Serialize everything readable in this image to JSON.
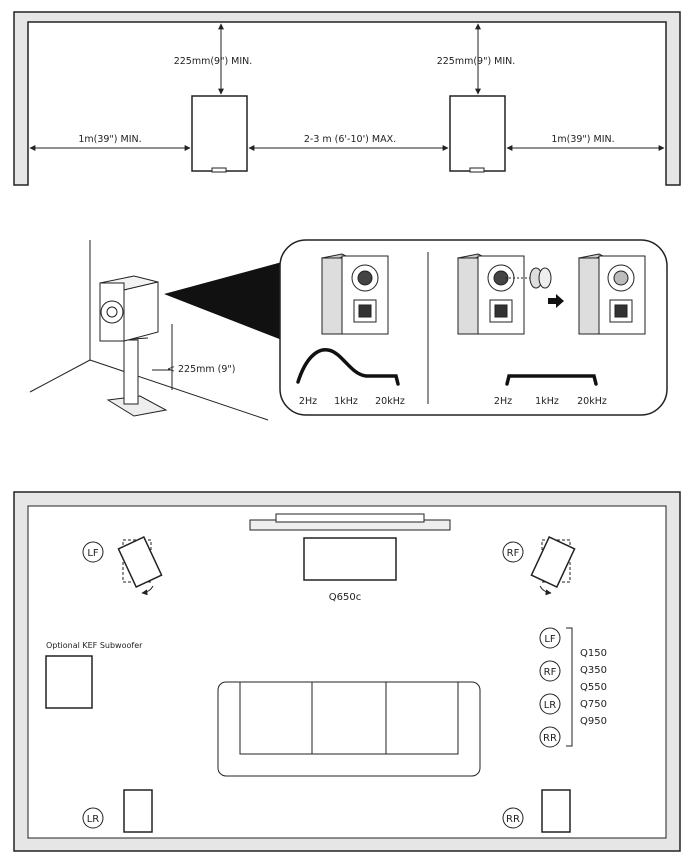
{
  "placement": {
    "side_clearance_left": "1m(39\") MIN.",
    "rear_clearance_left": "225mm(9\") MIN.",
    "spacing": "2-3 m (6'-10') MAX.",
    "rear_clearance_right": "225mm(9\") MIN.",
    "side_clearance_right": "1m(39\") MIN."
  },
  "bass_port": {
    "wall_distance": "< 225mm (9\")",
    "graph_open": {
      "ticks": [
        "2Hz",
        "1kHz",
        "20kHz"
      ]
    },
    "graph_plugged": {
      "ticks": [
        "2Hz",
        "1kHz",
        "20kHz"
      ]
    }
  },
  "room_layout": {
    "center_model": "Q650c",
    "subwoofer_label": "Optional KEF Subwoofer",
    "channels": {
      "front_left": "LF",
      "front_right": "RF",
      "rear_left": "LR",
      "rear_right": "RR"
    },
    "legend_channels": [
      "LF",
      "RF",
      "LR",
      "RR"
    ],
    "models": [
      "Q150",
      "Q350",
      "Q550",
      "Q750",
      "Q950"
    ]
  }
}
